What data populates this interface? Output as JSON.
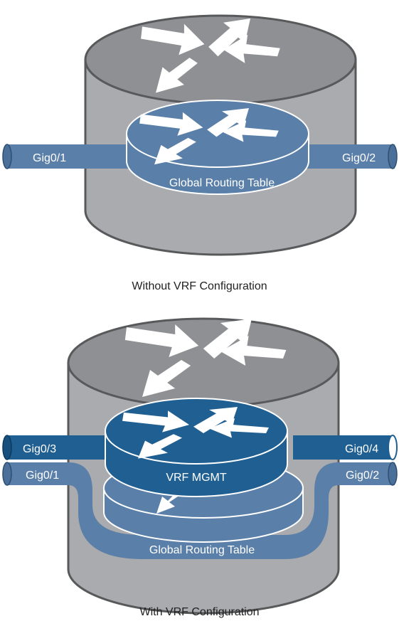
{
  "colors": {
    "router_side": "#a9abae",
    "router_top": "#8e9093",
    "router_outline": "#58595b",
    "global_table": "#5a7fa8",
    "vrf_table": "#1f5f91",
    "interface_global": "#5a7fa8",
    "interface_vrf": "#1f5f91",
    "arrow": "#ffffff",
    "label_text": "#ffffff",
    "interface_text_dark": "#1a1a1a"
  },
  "icons": [
    "router-arrows-icon",
    "routing-table-arrows-icon"
  ],
  "top_diagram": {
    "left_interface": "Gig0/1",
    "right_interface": "Gig0/2",
    "table_label": "Global Routing Table",
    "caption": "Without VRF Configuration"
  },
  "bottom_diagram": {
    "vrf_left_interface": "Gig0/3",
    "vrf_right_interface": "Gig0/4",
    "global_left_interface": "Gig0/1",
    "global_right_interface": "Gig0/2",
    "vrf_label": "VRF MGMT",
    "global_table_label": "Global Routing Table",
    "caption": "With VRF Configuration"
  }
}
